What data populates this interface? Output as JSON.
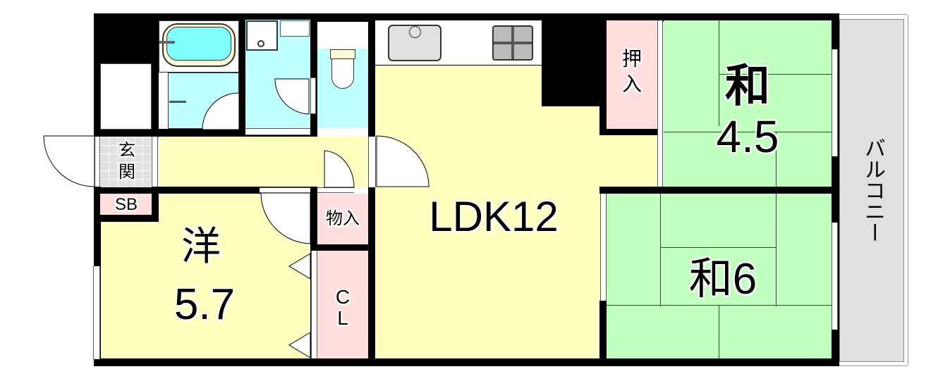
{
  "floor_plan": {
    "type": "apartment floor plan (madori)",
    "layout": "3LDK",
    "colors": {
      "wall": "#000000",
      "western_room": "#ffffc0",
      "ldk": "#ffffc0",
      "japanese_room": "#c0ffc0",
      "storage": "#ffdede",
      "wet_area": "#c0ffff",
      "entrance": "#e0e0e0",
      "balcony": "#e0e0e0"
    },
    "rooms": {
      "western": {
        "kanji": "洋",
        "size": "5.7"
      },
      "ldk": {
        "label": "LDK12"
      },
      "japanese_1": {
        "kanji": "和",
        "size": "4.5"
      },
      "japanese_2": {
        "label": "和6"
      },
      "entrance": {
        "line1": "玄",
        "line2": "関"
      },
      "shoe_box": {
        "label": "SB"
      },
      "storage": {
        "label": "物入"
      },
      "closet": {
        "line1": "C",
        "line2": "L"
      },
      "oshiire": {
        "line1": "押",
        "line2": "入"
      },
      "balcony": {
        "label": "バルコニー"
      }
    },
    "fixtures": [
      "bathtub",
      "washbasin",
      "washing-machine-pan",
      "toilet",
      "kitchen-sink",
      "gas-stove"
    ]
  }
}
